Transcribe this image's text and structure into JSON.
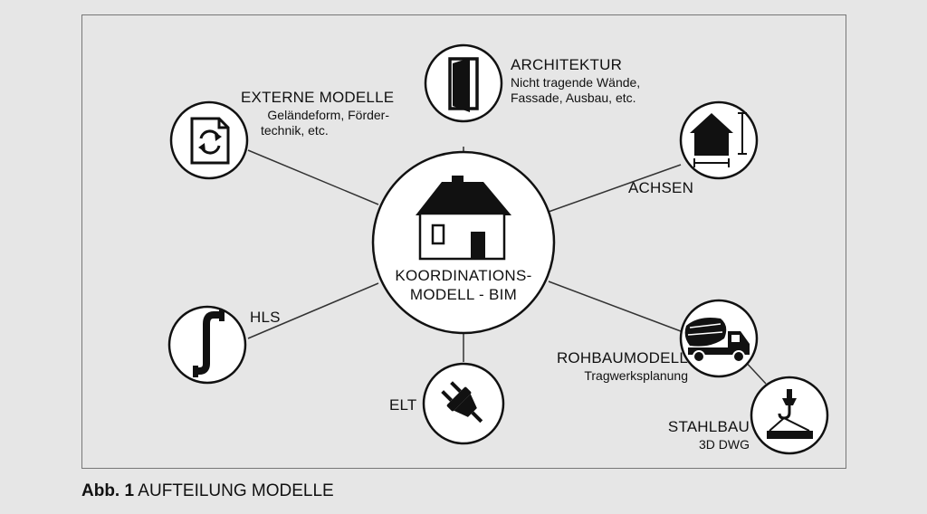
{
  "center": {
    "line1": "KOORDINATIONS-",
    "line2": "MODELL - BIM",
    "icon": "house-icon"
  },
  "nodes": {
    "architektur": {
      "title": "ARCHITEKTUR",
      "line1": "Nicht tragende Wände,",
      "line2": "Fassade, Ausbau, etc.",
      "icon": "door-icon"
    },
    "externe": {
      "title": "EXTERNE MODELLE",
      "line1": "Geländeform, Förder-",
      "line2": "technik, etc.",
      "icon": "document-refresh-icon"
    },
    "achsen": {
      "title": "ACHSEN",
      "icon": "house-dimension-icon"
    },
    "hls": {
      "title": "HLS",
      "icon": "pipe-icon"
    },
    "rohbau": {
      "title": "ROHBAUMODELL",
      "line1": "Tragwerksplanung",
      "icon": "concrete-mixer-truck-icon"
    },
    "elt": {
      "title": "ELT",
      "icon": "power-plug-icon"
    },
    "stahlbau": {
      "title": "STAHLBAU",
      "line1": "3D DWG",
      "icon": "crane-hook-icon"
    }
  },
  "caption": {
    "bold": "Abb. 1",
    "text": "AUFTEILUNG MODELLE"
  }
}
